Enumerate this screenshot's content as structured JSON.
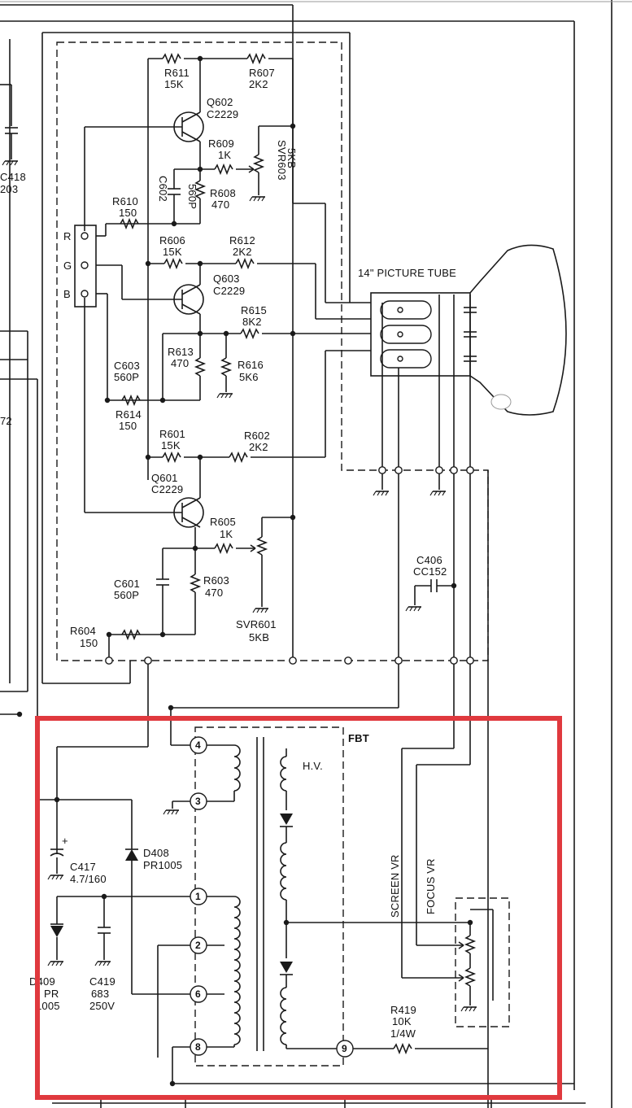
{
  "colors": {
    "highlight": "#e0393e",
    "ink": "#1a1a1a",
    "paper": "#ffffff"
  },
  "connector": {
    "r": "R",
    "g": "G",
    "b": "B"
  },
  "picture_tube": "14\" PICTURE TUBE",
  "fbt": {
    "label": "FBT",
    "hv": "H.V.",
    "screen_vr": "SCREEN VR",
    "focus_vr": "FOCUS VR",
    "pins": [
      "4",
      "3",
      "1",
      "2",
      "6",
      "8",
      "9"
    ]
  },
  "parts": {
    "r611": {
      "ref": "R611",
      "val": "15K"
    },
    "r607": {
      "ref": "R607",
      "val": "2K2"
    },
    "q602": {
      "ref": "Q602",
      "val": "C2229"
    },
    "r609": {
      "ref": "R609",
      "val": "1K"
    },
    "svr603": {
      "ref": "SVR603",
      "val": "5KB"
    },
    "c602": {
      "ref": "C602",
      "val": "560P"
    },
    "r608": {
      "ref": "R608",
      "val": "470"
    },
    "r610": {
      "ref": "R610",
      "val": "150"
    },
    "r606": {
      "ref": "R606",
      "val": "15K"
    },
    "r612": {
      "ref": "R612",
      "val": "2K2"
    },
    "q603": {
      "ref": "Q603",
      "val": "C2229"
    },
    "r615": {
      "ref": "R615",
      "val": "8K2"
    },
    "r613": {
      "ref": "R613",
      "val": "470"
    },
    "r616": {
      "ref": "R616",
      "val": "5K6"
    },
    "c603": {
      "ref": "C603",
      "val": "560P"
    },
    "r614": {
      "ref": "R614",
      "val": "150"
    },
    "r601": {
      "ref": "R601",
      "val": "15K"
    },
    "r602": {
      "ref": "R602",
      "val": "2K2"
    },
    "q601": {
      "ref": "Q601",
      "val": "C2229"
    },
    "r605": {
      "ref": "R605",
      "val": "1K"
    },
    "c601": {
      "ref": "C601",
      "val": "560P"
    },
    "r603": {
      "ref": "R603",
      "val": "470"
    },
    "svr601": {
      "ref": "SVR601",
      "val": "5KB"
    },
    "r604": {
      "ref": "R604",
      "val": "150"
    },
    "c406": {
      "ref": "C406",
      "val": "CC152"
    },
    "c418": {
      "ref": "C418",
      "val": "203"
    },
    "c417": {
      "ref": "C417",
      "val": "4.7/160",
      "pol": "+"
    },
    "d408": {
      "ref": "D408",
      "val": "PR1005"
    },
    "d409": {
      "ref": "D409",
      "val": "PR",
      "val2": "1005"
    },
    "c419": {
      "ref": "C419",
      "val": "683",
      "val2": "250V"
    },
    "r419": {
      "ref": "R419",
      "val": "10K",
      "val2": "1/4W"
    },
    "edge_left": "72"
  }
}
